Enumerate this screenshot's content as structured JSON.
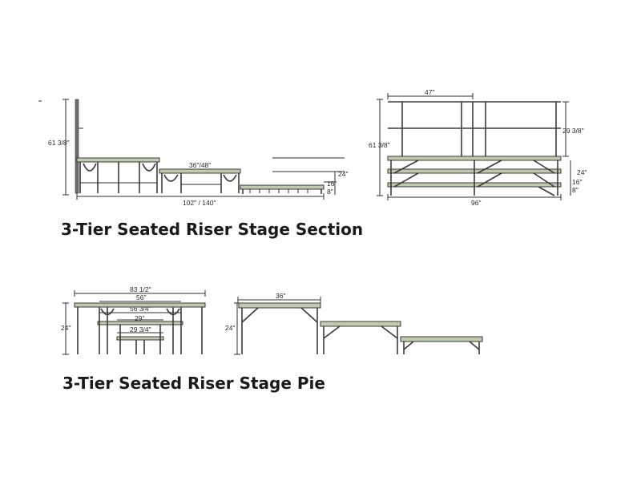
{
  "section": {
    "title": "3-Tier Seated Riser Stage Section",
    "side_view": {
      "height_label": "61 3/8\"",
      "depth_label": "36\"/48\"",
      "width_label": "102\" / 140\"",
      "rise_24": "24\"",
      "rise_16": "16\"",
      "rise_8": "8\""
    },
    "front_view": {
      "rail_label": "47\"",
      "height_label": "61 3/8\"",
      "rail_height_label": "29 3/8\"",
      "width_label": "96\"",
      "rise_24": "24\"",
      "rise_16": "16\"",
      "rise_8": "8\""
    }
  },
  "pie": {
    "title": "3-Tier Seated Riser Stage Pie",
    "front_view": {
      "w1": "83 1/2\"",
      "w2": "56\"",
      "w3": "56 3/4\"",
      "w4": "29\"",
      "w5": "29 3/4\"",
      "height_label": "24\""
    },
    "side_view": {
      "depth_label": "36\"",
      "height_label": "24\""
    }
  }
}
